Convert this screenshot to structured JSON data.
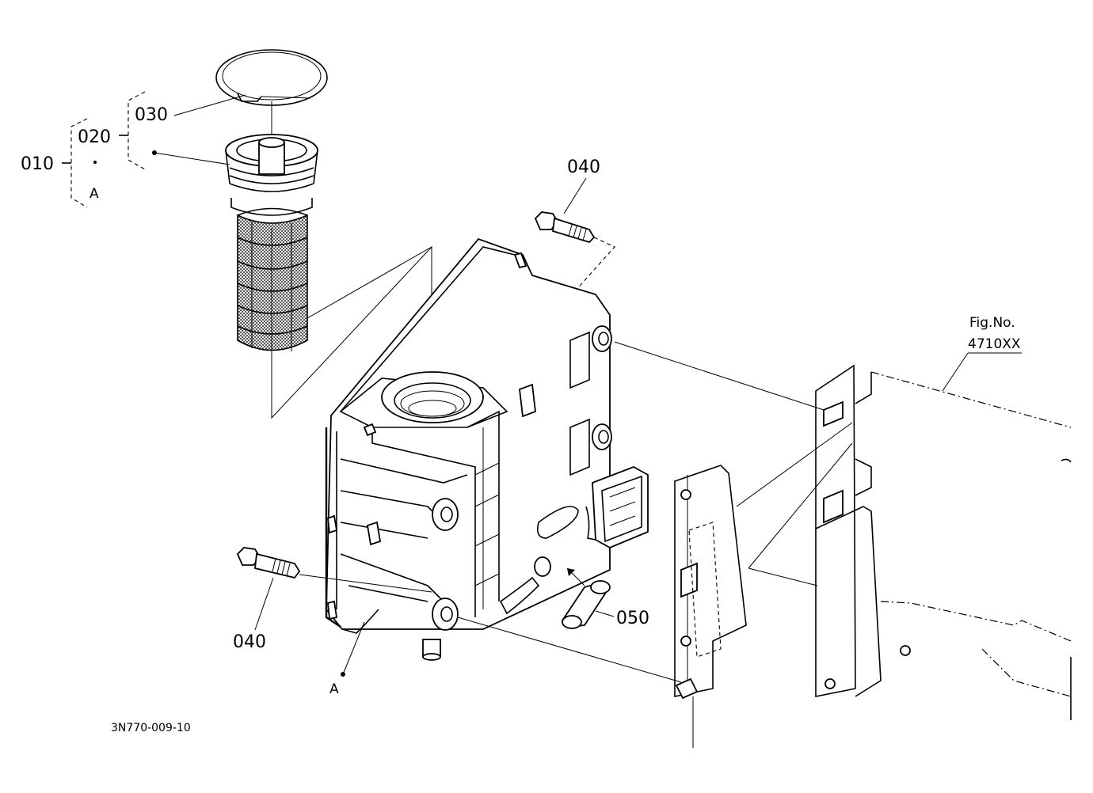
{
  "labels": {
    "p010": "010",
    "p020": "020",
    "p030": "030",
    "p040_top": "040",
    "p040_bottom": "040",
    "p050": "050",
    "ref_a_upper": "A",
    "ref_a_lower": "A",
    "fig_ref_title": "Fig.No.",
    "fig_ref_number": "4710XX",
    "drawing_code": "3N770-009-10"
  }
}
